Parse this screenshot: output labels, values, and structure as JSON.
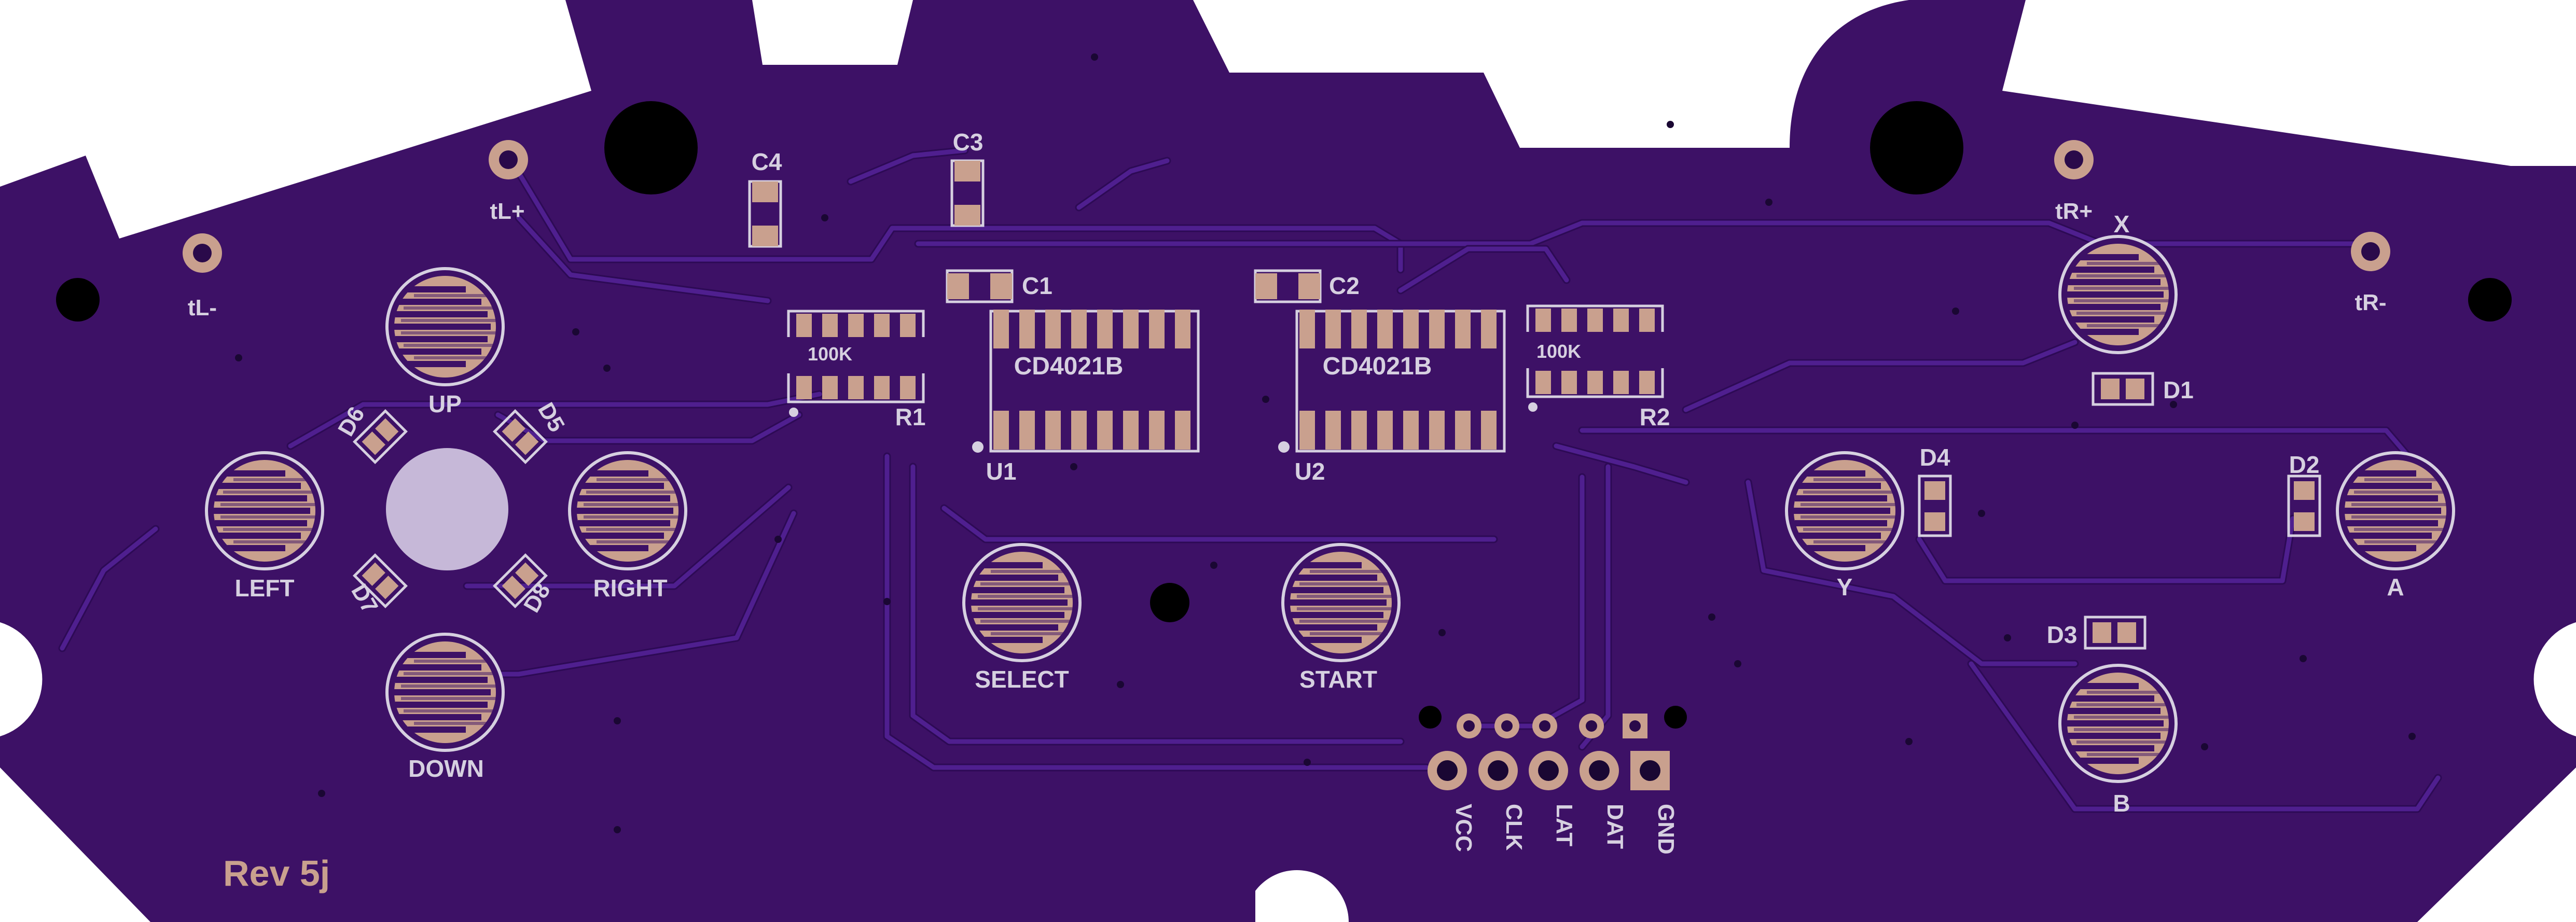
{
  "board": {
    "revision": "Rev 5j",
    "colors": {
      "soldermask": "#3d1166",
      "copper_trace": "#4f1f8f",
      "pad": "#c9a08e",
      "silkscreen": "#d6d0e0",
      "hole": "#000000",
      "background": "#ffffff"
    }
  },
  "buttons": {
    "up": "UP",
    "down": "DOWN",
    "left": "LEFT",
    "right": "RIGHT",
    "select": "SELECT",
    "start": "START",
    "x": "X",
    "y": "Y",
    "a": "A",
    "b": "B"
  },
  "triggers": {
    "tl_minus": "tL-",
    "tl_plus": "tL+",
    "tr_plus": "tR+",
    "tr_minus": "tR-"
  },
  "chips": {
    "u1": {
      "ref": "U1",
      "value": "CD4021B"
    },
    "u2": {
      "ref": "U2",
      "value": "CD4021B"
    }
  },
  "resistors": {
    "r1": {
      "ref": "R1",
      "value": "100K"
    },
    "r2": {
      "ref": "R2",
      "value": "100K"
    }
  },
  "capacitors": {
    "c1": "C1",
    "c2": "C2",
    "c3": "C3",
    "c4": "C4"
  },
  "diodes": {
    "d1": "D1",
    "d2": "D2",
    "d3": "D3",
    "d4": "D4",
    "d5": "D5",
    "d6": "D6",
    "d7": "D7",
    "d8": "D8"
  },
  "connector": {
    "pins": [
      "VCC",
      "CLK",
      "LAT",
      "DAT",
      "GND"
    ]
  }
}
